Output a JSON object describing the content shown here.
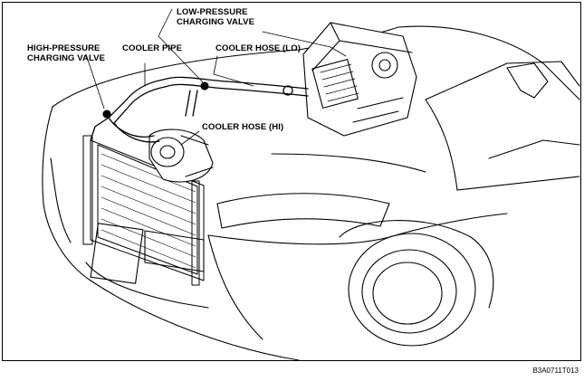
{
  "labels": {
    "low_pressure": "LOW-PRESSURE\nCHARGING VALVE",
    "high_pressure": "HIGH-PRESSURE\nCHARGING VALVE",
    "cooler_pipe": "COOLER PIPE",
    "cooler_hose_lo": "COOLER HOSE (LO)",
    "cooler_hose_hi": "COOLER HOSE (HI)"
  },
  "figure_code": "B3A0711T013"
}
